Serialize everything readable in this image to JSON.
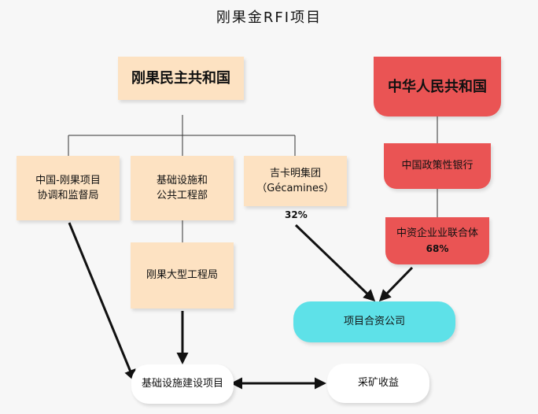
{
  "title": "刚果金RFI项目",
  "nodes": {
    "drc": "刚果民主共和国",
    "prc": "中华人民共和国",
    "coord_bureau_line1": "中国-刚果项目",
    "coord_bureau_line2": "协调和监督局",
    "infra_ministry_line1": "基础设施和",
    "infra_ministry_line2": "公共工程部",
    "gecamines_line1": "吉卡明集团",
    "gecamines_line2": "（Gécamines）",
    "gecamines_share": "32%",
    "policy_bank": "中国政策性银行",
    "consortium": "中资企业业联合体",
    "consortium_share": "68%",
    "large_works_bureau": "刚果大型工程局",
    "joint_venture": "项目合资公司",
    "infra_projects": "基础设施建设项目",
    "mining_revenue": "采矿收益"
  },
  "colors": {
    "drc_side": "#fde2c2",
    "prc_side": "#ea5454",
    "joint_venture": "#5ee1e8",
    "outcome": "#ffffff"
  }
}
